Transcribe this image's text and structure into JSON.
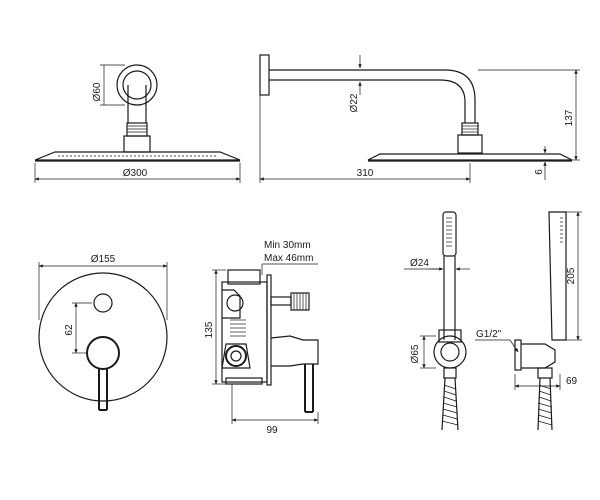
{
  "dimensions": {
    "d60": "Ø60",
    "d300": "Ø300",
    "d22": "Ø22",
    "l310": "310",
    "h137": "137",
    "h6": "6",
    "d155": "Ø155",
    "v62": "62",
    "v135": "135",
    "v99": "99",
    "min_depth": "Min 30mm",
    "max_depth": "Max 46mm",
    "d24": "Ø24",
    "d65": "Ø65",
    "thread": "G1/2\"",
    "h205": "205",
    "v69": "69"
  }
}
